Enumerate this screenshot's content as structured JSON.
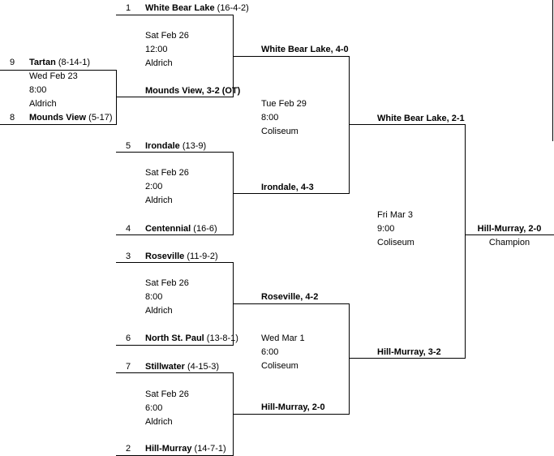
{
  "playin": {
    "seed_a": "9",
    "team_a": "Tartan",
    "rec_a": "(8-14-1)",
    "seed_b": "8",
    "team_b": "Mounds View",
    "rec_b": "(5-17)",
    "date": "Wed Feb 23",
    "time": "8:00",
    "venue": "Aldrich"
  },
  "qf": [
    {
      "seed_a": "1",
      "team_a": "White Bear Lake",
      "rec_a": "(16-4-2)",
      "date": "Sat Feb 26",
      "time": "12:00",
      "venue": "Aldrich",
      "result_b": "Mounds View, 3-2 (OT)"
    },
    {
      "seed_a": "5",
      "team_a": "Irondale",
      "rec_a": "(13-9)",
      "seed_b": "4",
      "team_b": "Centennial",
      "rec_b": "(16-6)",
      "date": "Sat Feb 26",
      "time": "2:00",
      "venue": "Aldrich"
    },
    {
      "seed_a": "3",
      "team_a": "Roseville",
      "rec_a": "(11-9-2)",
      "seed_b": "6",
      "team_b": "North St. Paul",
      "rec_b": "(13-8-1)",
      "date": "Sat Feb 26",
      "time": "8:00",
      "venue": "Aldrich"
    },
    {
      "seed_a": "7",
      "team_a": "Stillwater",
      "rec_a": "(4-15-3)",
      "seed_b": "2",
      "team_b": "Hill-Murray",
      "rec_b": "(14-7-1)",
      "date": "Sat Feb 26",
      "time": "6:00",
      "venue": "Aldrich"
    }
  ],
  "sf": [
    {
      "team_a": "White Bear Lake, 4-0",
      "team_b": "Irondale, 4-3",
      "date": "Tue Feb 29",
      "time": "8:00",
      "venue": "Coliseum"
    },
    {
      "team_a": "Roseville, 4-2",
      "team_b": "Hill-Murray, 2-0",
      "date": "Wed Mar 1",
      "time": "6:00",
      "venue": "Coliseum"
    }
  ],
  "final": {
    "team_a": "White Bear Lake, 2-1",
    "team_b": "Hill-Murray, 3-2",
    "date": "Fri Mar 3",
    "time": "9:00",
    "venue": "Coliseum"
  },
  "champion": {
    "team": "Hill-Murray, 2-0",
    "label": "Champion"
  }
}
